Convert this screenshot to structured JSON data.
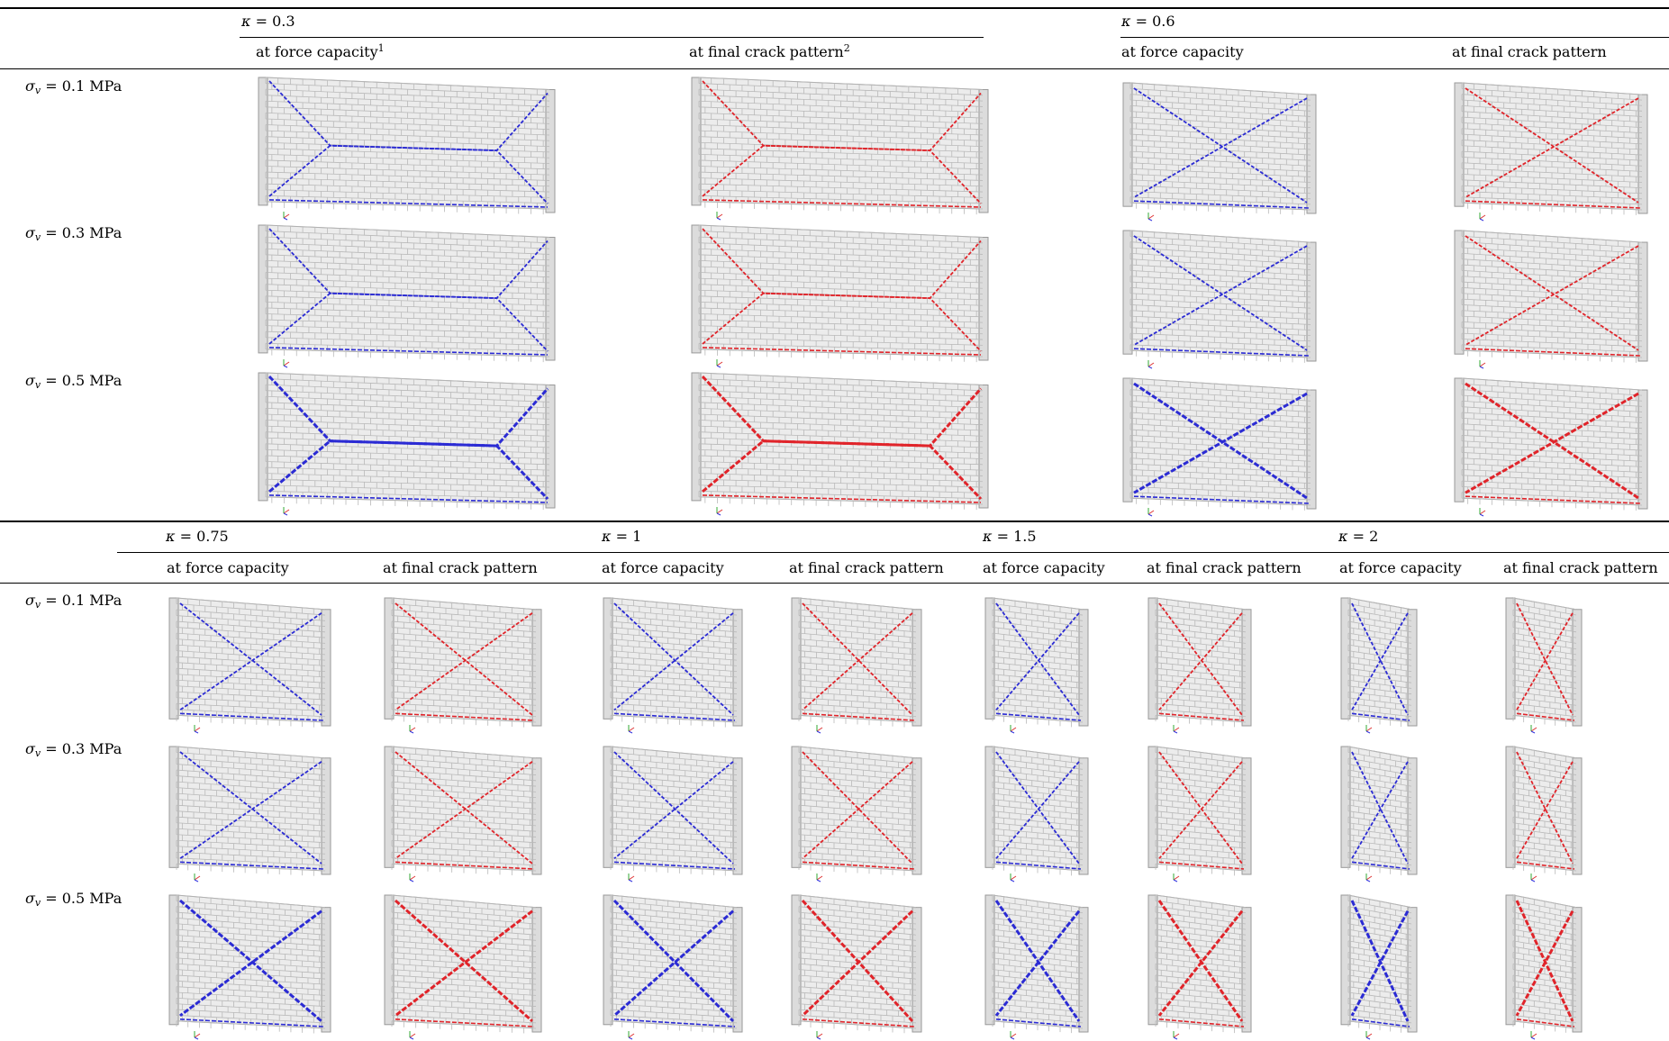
{
  "kappa_symbol": "κ",
  "sigma_symbol": "σ",
  "sigma_sub": "v",
  "eq": " = ",
  "unit": " MPa",
  "top_section": {
    "groups": [
      {
        "kappa": "0.3",
        "col1": "at force capacity",
        "col1_sup": "1",
        "col2": "at final crack pattern",
        "col2_sup": "2"
      },
      {
        "kappa": "0.6",
        "col1": "at force capacity",
        "col2": "at final crack pattern"
      }
    ],
    "rows": [
      "0.1",
      "0.3",
      "0.5"
    ]
  },
  "bottom_section": {
    "groups": [
      {
        "kappa": "0.75",
        "col1": "at force capacity",
        "col2": "at final crack pattern"
      },
      {
        "kappa": "1",
        "col1": "at force capacity",
        "col2": "at final crack pattern"
      },
      {
        "kappa": "1.5",
        "col1": "at force capacity",
        "col2": "at final crack pattern"
      },
      {
        "kappa": "2",
        "col1": "at force capacity",
        "col2": "at final crack pattern"
      }
    ],
    "rows": [
      "0.1",
      "0.3",
      "0.5"
    ]
  },
  "colors": {
    "force_capacity": "#2b2bd4",
    "final_crack": "#e0242a",
    "masonry": "#b9b9b9"
  }
}
